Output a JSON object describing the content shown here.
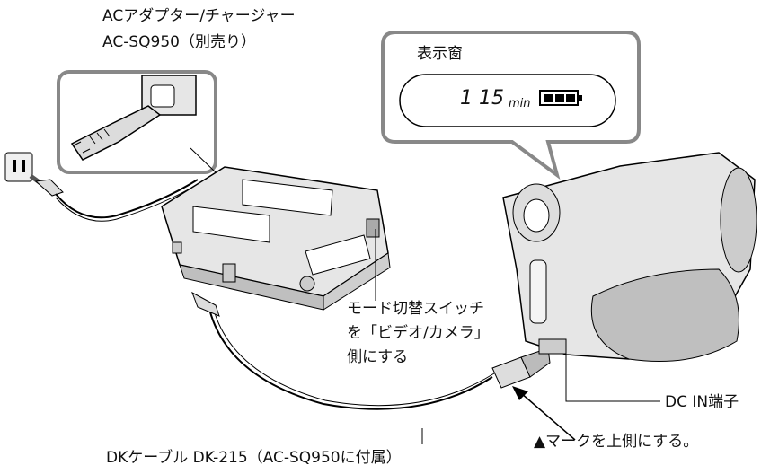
{
  "adapter": {
    "line1": "ACアダプター/チャージャー",
    "line2": "AC-SQ950（別売り）"
  },
  "display": {
    "title": "表示窗",
    "reading_number": "1 15",
    "reading_unit": "min"
  },
  "callouts": {
    "mode_switch_1": "モード切替スイッチ",
    "mode_switch_2": "を「ビデオ/カメラ」",
    "mode_switch_3": "側にする",
    "dc_in": "DC IN端子",
    "mark": "▲マークを上側にする。",
    "cable": "DKケーブル DK-215（AC-SQ950に付属）"
  },
  "colors": {
    "line": "#000000",
    "panel_stroke": "#888888",
    "device_fill": "#e6e6e6",
    "device_shadow": "#bfbfbf"
  }
}
